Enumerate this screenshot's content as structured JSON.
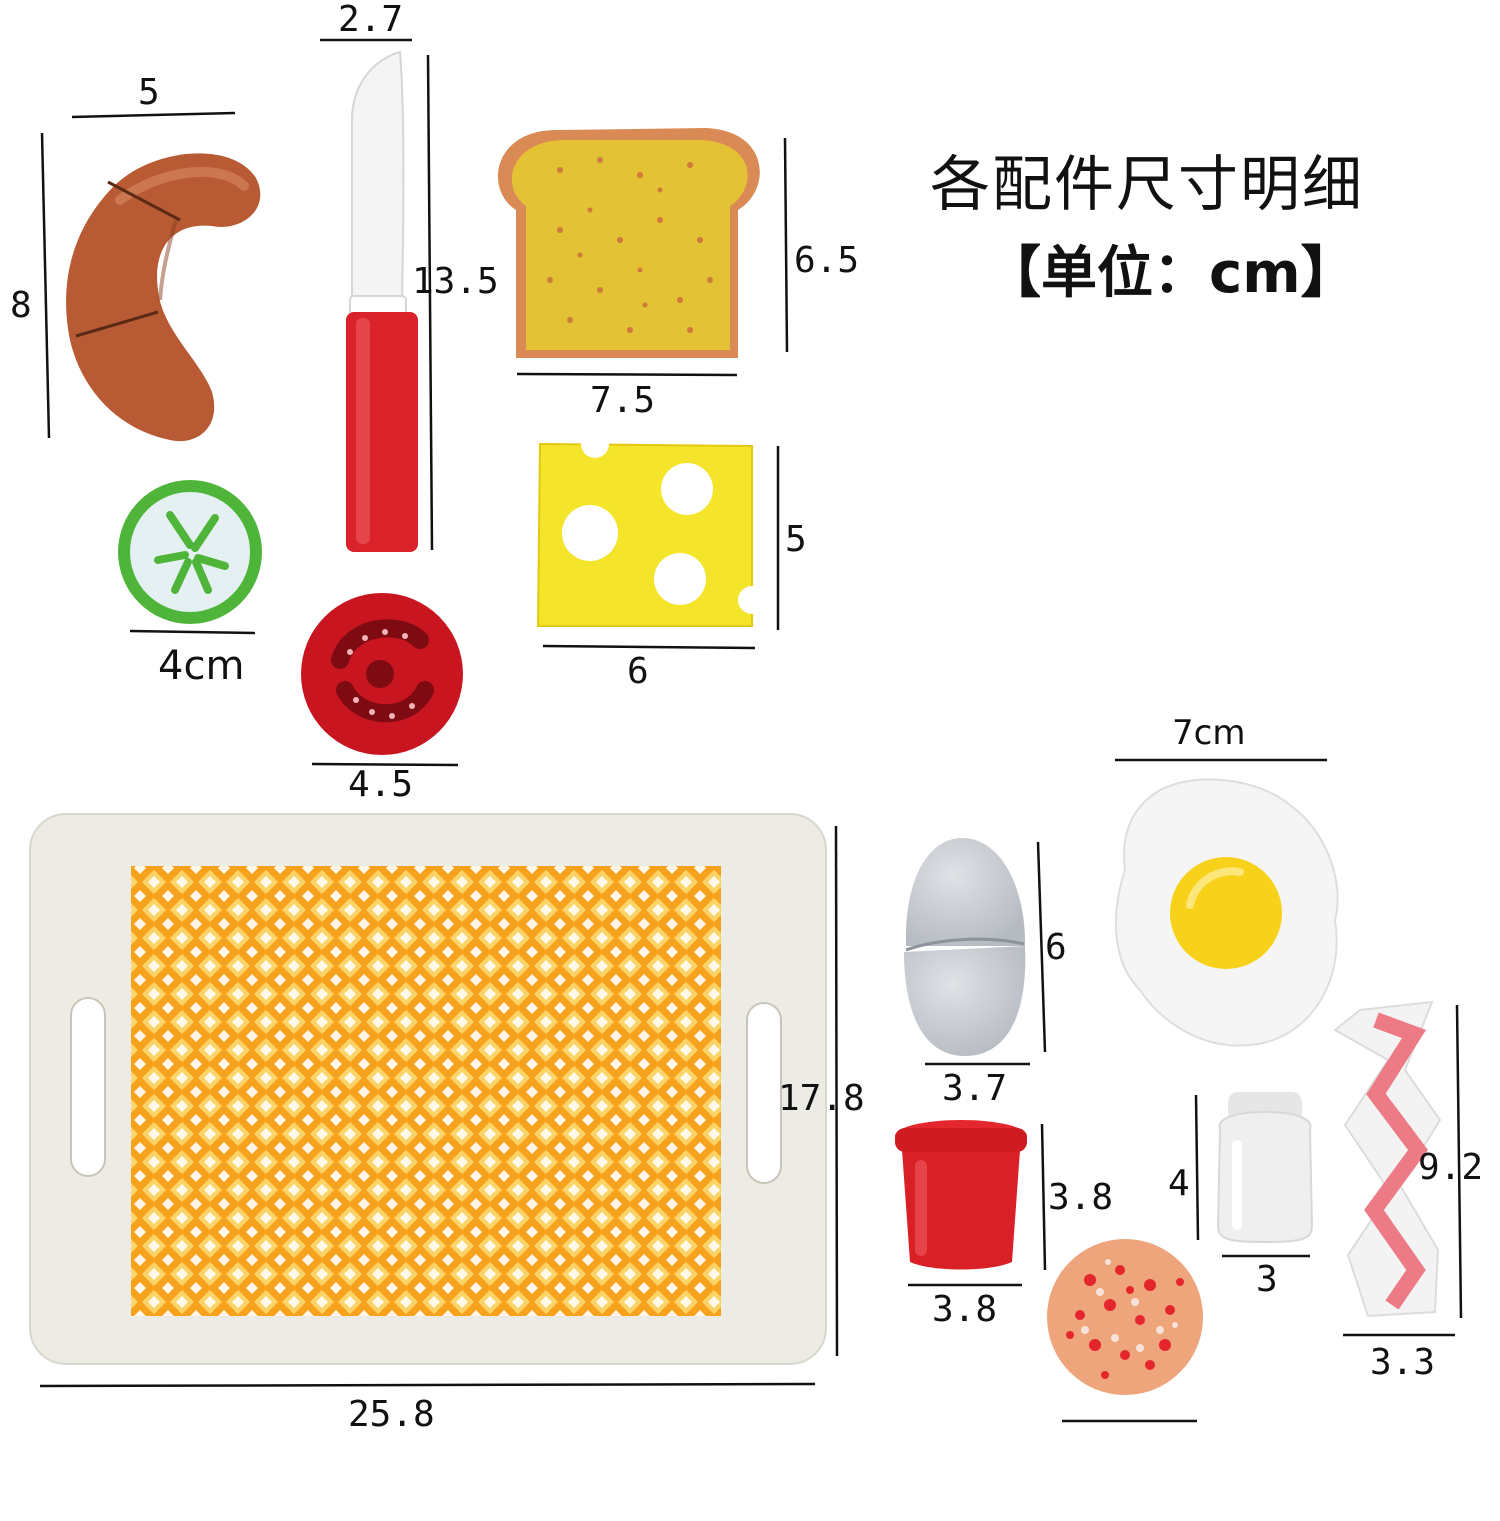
{
  "title": "各配件尺寸明细",
  "unit_label": "【单位：cm】",
  "items": [
    {
      "name": "sausage",
      "width": "5",
      "height": "8"
    },
    {
      "name": "knife",
      "width": "2.7",
      "height": "13.5"
    },
    {
      "name": "toast",
      "height": "6.5",
      "width": "7.5"
    },
    {
      "name": "cucumber-slice",
      "width": "4cm"
    },
    {
      "name": "tomato-slice",
      "width": "4.5"
    },
    {
      "name": "cheese",
      "height": "5",
      "width": "6"
    },
    {
      "name": "fried-egg",
      "width": "7cm"
    },
    {
      "name": "tray",
      "height": "17.8",
      "width": "25.8"
    },
    {
      "name": "egg",
      "height": "6",
      "width": "3.7"
    },
    {
      "name": "cup",
      "height": "3.8",
      "width": "3.8"
    },
    {
      "name": "milk-bottle",
      "height": "4",
      "width": "3"
    },
    {
      "name": "bacon",
      "height": "9.2",
      "width": "3.3"
    },
    {
      "name": "salami-slice"
    }
  ],
  "colors": {
    "sausage": "#b85a34",
    "knife_blade": "#f2f2f2",
    "knife_handle": "#d9222a",
    "toast_crust": "#d98a55",
    "toast_face": "#e3c235",
    "cucumber": "#4fb53a",
    "tomato": "#c8151f",
    "cheese": "#f4e42a",
    "egg_white": "#f5f5f5",
    "egg_yolk": "#f7d11a",
    "tray_wood": "#ecebe4",
    "tray_pattern": "#f5a623",
    "egg_shell": "#c9cdd3",
    "cup": "#da2027",
    "bottle": "#ededed",
    "bacon_stripe": "#ec7b86",
    "salami": "#efa57c"
  }
}
